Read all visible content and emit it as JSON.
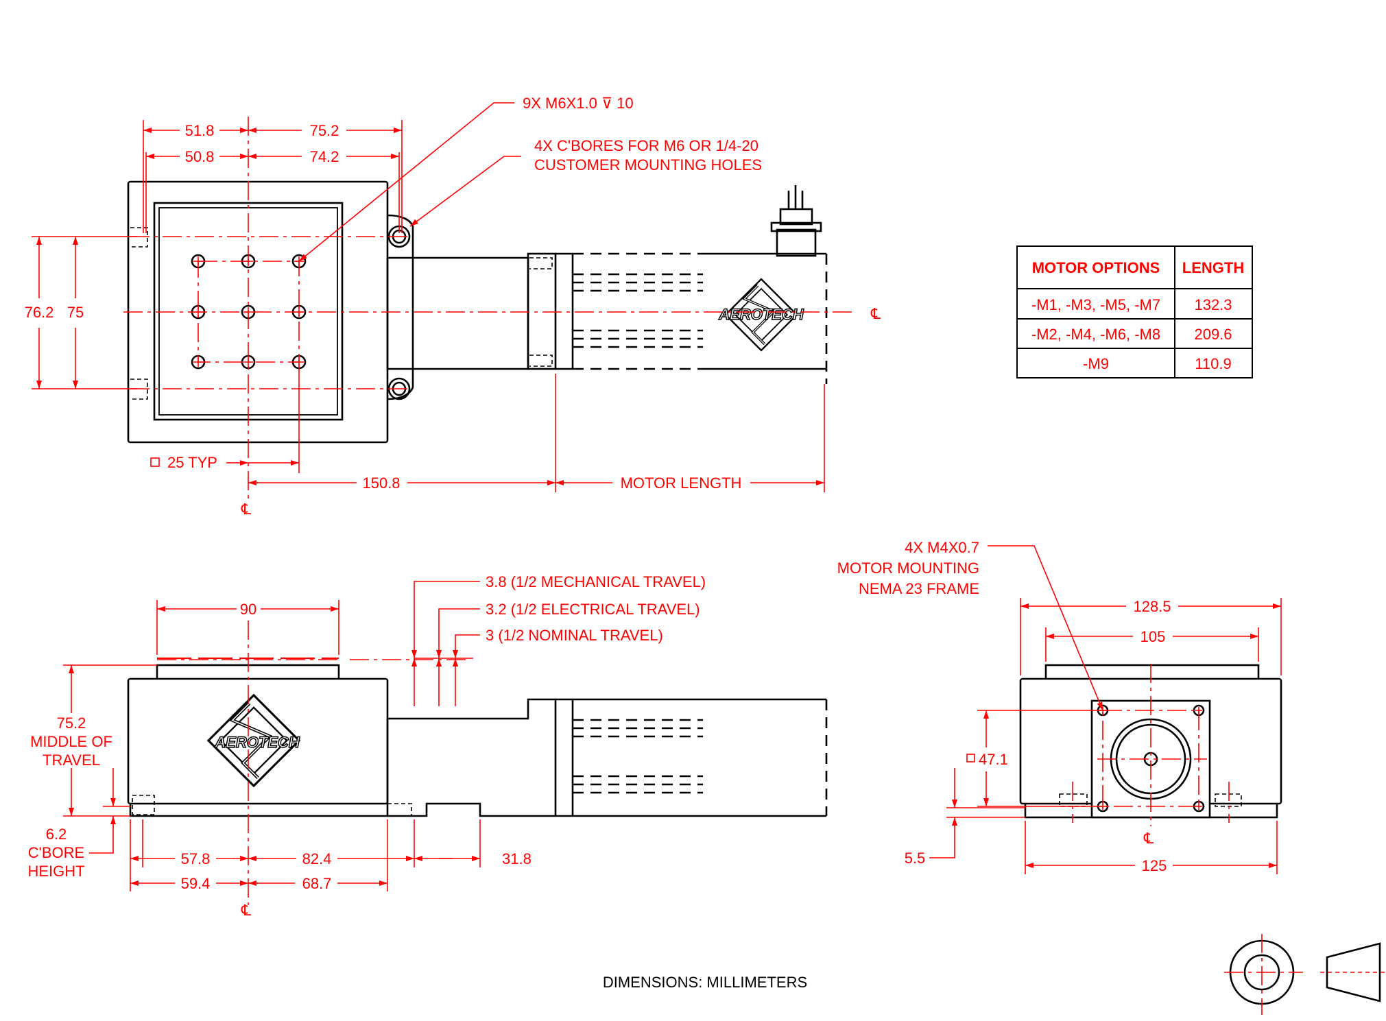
{
  "colors": {
    "dimension": "#ff0000",
    "outline": "#000000",
    "background": "#ffffff"
  },
  "top_view": {
    "dim_51_8": "51.8",
    "dim_75_2": "75.2",
    "dim_50_8": "50.8",
    "dim_74_2": "74.2",
    "dim_76_2": "76.2",
    "dim_75": "75",
    "dim_square_25": "25 TYP",
    "dim_150_8": "150.8",
    "dim_motor_length": "MOTOR LENGTH",
    "centerline_symbol": "℄",
    "callout_holes": "9X M6X1.0 ⊽ 10",
    "callout_cbores_line1": "4X C'BORES FOR M6 OR 1/4-20",
    "callout_cbores_line2": "CUSTOMER MOUNTING HOLES"
  },
  "side_view": {
    "dim_90": "90",
    "travel_mechanical": "3.8 (1/2 MECHANICAL TRAVEL)",
    "travel_electrical": "3.2 (1/2 ELECTRICAL TRAVEL)",
    "travel_nominal": "3 (1/2 NOMINAL TRAVEL)",
    "height_value": "75.2",
    "height_line2": "MIDDLE OF",
    "height_line3": "TRAVEL",
    "cbore_value": "6.2",
    "cbore_line2": "C'BORE",
    "cbore_line3": "HEIGHT",
    "dim_57_8": "57.8",
    "dim_82_4": "82.4",
    "dim_31_8": "31.8",
    "dim_59_4": "59.4",
    "dim_68_7": "68.7",
    "centerline_symbol": "℄"
  },
  "end_view": {
    "callout_line1": "4X M4X0.7",
    "callout_line2": "MOTOR MOUNTING",
    "callout_line3": "NEMA 23 FRAME",
    "dim_128_5": "128.5",
    "dim_105": "105",
    "dim_square_47_1": "47.1",
    "dim_5_5": "5.5",
    "dim_125": "125",
    "centerline_symbol": "℄"
  },
  "motor_table": {
    "headers": [
      "MOTOR OPTIONS",
      "LENGTH"
    ],
    "rows": [
      [
        "-M1, -M3, -M5, -M7",
        "132.3"
      ],
      [
        "-M2, -M4, -M6, -M8",
        "209.6"
      ],
      [
        "-M9",
        "110.9"
      ]
    ]
  },
  "logo": {
    "brand": "AEROTECH"
  },
  "footer": {
    "units_note": "DIMENSIONS:  MILLIMETERS"
  },
  "projection_symbol": {
    "icon": "third-angle-projection-icon"
  }
}
